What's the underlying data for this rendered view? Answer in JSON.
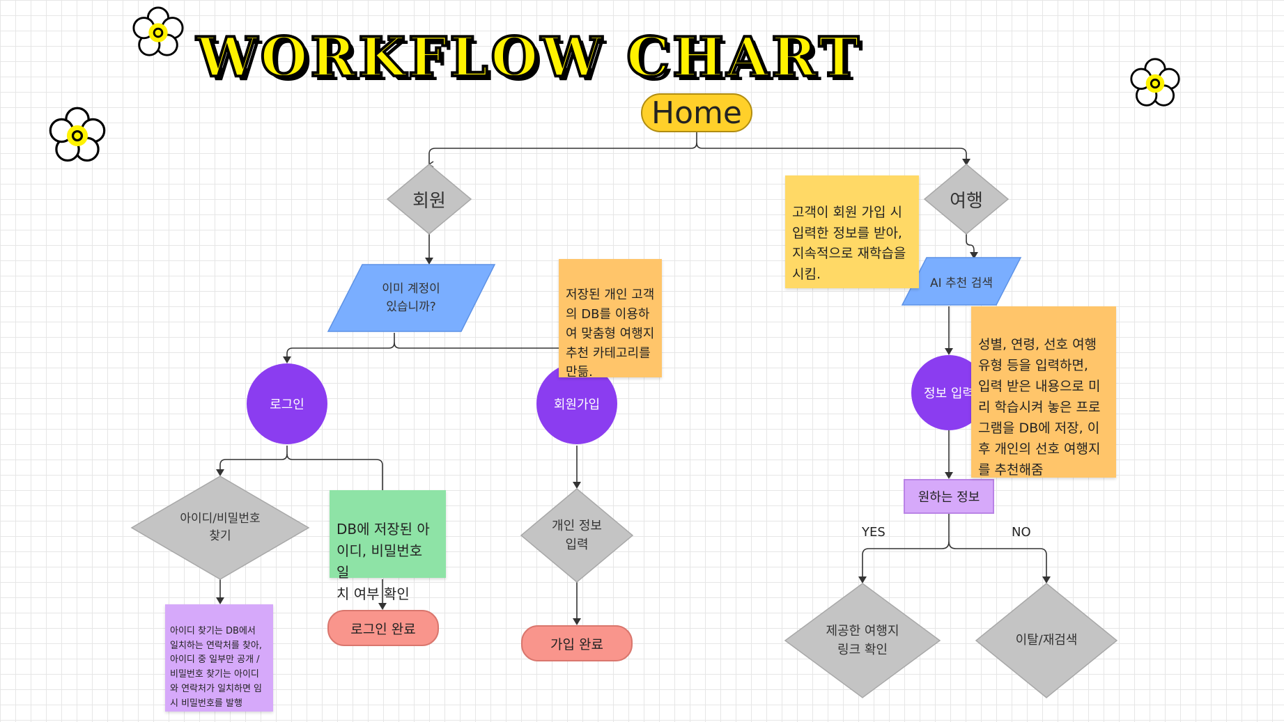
{
  "title": "WORKFLOW CHART",
  "colors": {
    "title_fill": "#fff200",
    "home": "#ffd02a",
    "decision_gray": "#c4c4c4",
    "input_blue": "#7aaeff",
    "process_purple": "#8b3df0",
    "note_orange": "#ffc56a",
    "note_yellow": "#ffd966",
    "note_green": "#8ee3a6",
    "note_violet": "#d6a9fa",
    "terminal_red": "#f9958c"
  },
  "nodes": {
    "home": "Home",
    "member": "회원",
    "travel": "여행",
    "has_account": "이미 계정이\n있습니까?",
    "ai_search": "AI 추천 검색",
    "login": "로그인",
    "signup": "회원가입",
    "info_input": "정보 입력",
    "find_id_pw": "아이디/비밀번호\n찾기",
    "personal_info": "개인 정보\n입력",
    "desired_info": "원하는 정보",
    "login_done": "로그인 완료",
    "signup_done": "가입 완료",
    "link_check": "제공한 여행지\n링크 확인",
    "leave_research": "이탈/재검색"
  },
  "edge_labels": {
    "yes": "YES",
    "no": "NO"
  },
  "notes": {
    "retrain": "고객이 회원 가입 시\n입력한 정보를 받아,\n지속적으로 재학습을\n시킴.",
    "db_category": "저장된 개인 고객\n의 DB를 이용하\n여 맞춤형 여행지\n추천 카테고리를\n만듦.",
    "preference": "성별, 연령, 선호 여행\n유형 등을 입력하면,\n입력 받은 내용으로 미\n리 학습시켜 놓은 프로\n그램을 DB에 저장, 이\n후 개인의 선호 여행지\n를 추천해줌",
    "db_check": "DB에 저장된 아\n이디, 비밀번호 일\n치 여부 확인",
    "find_id": "아이디 찾기는 DB에서\n일치하는 연락처를 찾아,\n아이디 중 일부만 공개 /\n비밀번호 찾기는 아이디\n와 연락처가 일치하면 임\n시 비밀번호를 발행"
  },
  "icons": [
    "flower-icon"
  ]
}
